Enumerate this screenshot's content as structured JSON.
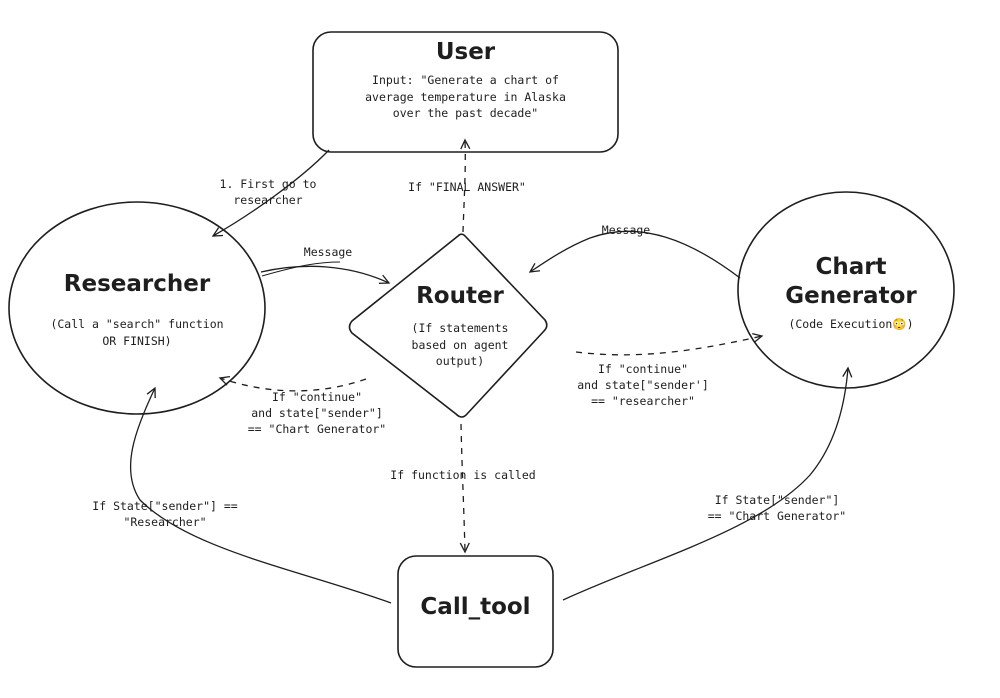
{
  "nodes": {
    "user": {
      "title": "User",
      "detail": "Input: \"Generate a chart of\naverage temperature in Alaska\nover the past decade\""
    },
    "researcher": {
      "title": "Researcher",
      "detail": "(Call a \"search\" function\nOR FINISH)"
    },
    "router": {
      "title": "Router",
      "detail": "(If statements\nbased on agent\noutput)"
    },
    "chart_generator": {
      "title": "Chart\nGenerator",
      "detail": "(Code Execution😳)"
    },
    "call_tool": {
      "title": "Call_tool"
    }
  },
  "edge_labels": {
    "user_to_researcher": "1. First go to\nresearcher",
    "router_to_user": "If \"FINAL ANSWER\"",
    "researcher_to_router": "Message",
    "chart_to_router": "Message",
    "router_to_researcher": "If \"continue\"\nand state[\"sender\"]\n== \"Chart Generator\"",
    "router_to_chart": "If \"continue\"\nand state[\"sender']\n== \"researcher\"",
    "router_to_call_tool": "If function is called",
    "call_tool_to_researcher": "If State[\"sender\"] ==\n\"Researcher\"",
    "call_tool_to_chart": "If State[\"sender\"]\n== \"Chart Generator\""
  },
  "colors": {
    "stroke": "#1e1e1e",
    "background": "#ffffff"
  }
}
